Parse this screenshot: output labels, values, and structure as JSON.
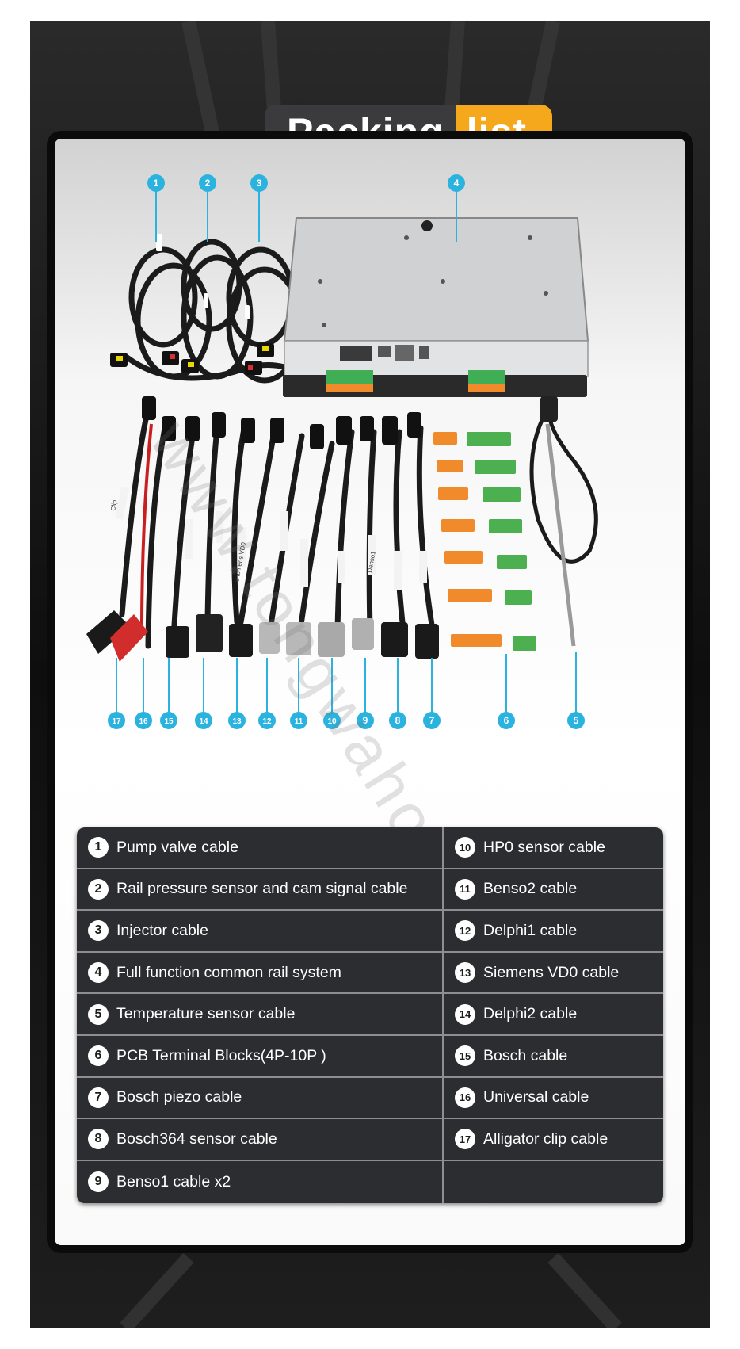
{
  "header": {
    "word1": "Packing",
    "word2": "list"
  },
  "watermark": "www.tongwahome.com",
  "callouts": [
    "1",
    "2",
    "3",
    "4",
    "5",
    "6",
    "7",
    "8",
    "9",
    "10",
    "11",
    "12",
    "13",
    "14",
    "15",
    "16",
    "17"
  ],
  "cable_tags": {
    "clip": "Clip",
    "siemens": "S iemens VD0",
    "denso": "Denso1"
  },
  "packing_list": {
    "left": [
      {
        "num": "1",
        "label": "Pump valve cable"
      },
      {
        "num": "2",
        "label": "Rail pressure sensor and cam signal cable"
      },
      {
        "num": "3",
        "label": "Injector cable"
      },
      {
        "num": "4",
        "label": "Full function common rail system"
      },
      {
        "num": "5",
        "label": "Temperature sensor cable"
      },
      {
        "num": "6",
        "label": "PCB Terminal Blocks(4P-10P )"
      },
      {
        "num": "7",
        "label": "Bosch piezo cable"
      },
      {
        "num": "8",
        "label": "Bosch364 sensor cable"
      },
      {
        "num": "9",
        "label": "Benso1 cable x2"
      }
    ],
    "right": [
      {
        "num": "10",
        "label": "HP0 sensor cable"
      },
      {
        "num": "11",
        "label": "Benso2 cable"
      },
      {
        "num": "12",
        "label": "Delphi1 cable"
      },
      {
        "num": "13",
        "label": "Siemens VD0 cable"
      },
      {
        "num": "14",
        "label": "Delphi2 cable"
      },
      {
        "num": "15",
        "label": "Bosch  cable"
      },
      {
        "num": "16",
        "label": "Universal cable"
      },
      {
        "num": "17",
        "label": "Alligator clip cable"
      },
      {
        "num": "",
        "label": ""
      }
    ]
  },
  "colors": {
    "accent_yellow": "#f6a81c",
    "callout_blue": "#2bb3e0",
    "table_bg": "#2c2d31",
    "terminal_green": "#4caf50",
    "terminal_orange": "#f08a2a"
  }
}
